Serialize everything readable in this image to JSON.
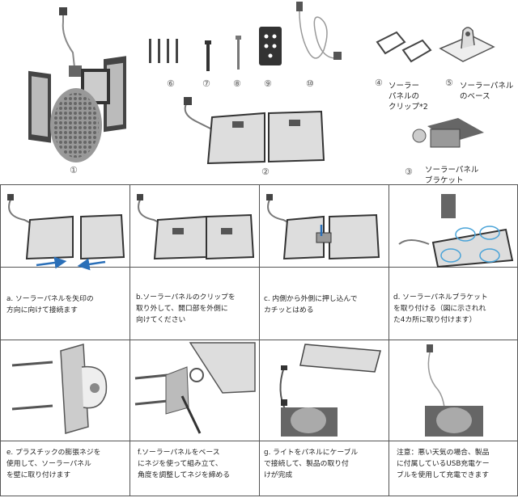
{
  "parts": {
    "n1": "①",
    "n2": "②",
    "n3": "③",
    "n4": "④",
    "n5": "⑤",
    "n6": "⑥",
    "n7": "⑦",
    "n8": "⑧",
    "n9": "⑨",
    "n10": "⑩",
    "label4": "ソーラー\nパネルの\nクリップ*2",
    "label5": "ソーラーパネル\nのベース",
    "label3": "ソーラーパネル\nブラケット"
  },
  "steps": {
    "a": "a. ソーラーパネルを矢印の\n方向に向けて接続ます",
    "b": "b.ソーラーパネルのクリップを\n取り外して、開口部を外側に\n向けてください",
    "c": "c. 内側から外側に押し込んで\nカチッとはめる",
    "d": "d. ソーラーパネルブラケット\nを取り付ける（図に示されれ\nた4カ所に取り付けます）",
    "e": "e. プラスチックの膨張ネジを\n使用して、ソーラーパネル\nを壁に取り付けます",
    "f": "f.ソーラーパネルをベース\nにネジを使って組み立て、\n角度を調整してネジを締める",
    "g": "g. ライトをパネルにケーブル\nで接続して、製品の取り付\nけが完成",
    "note": "注意：悪い天気の場合、製品\nに付属しているUSB充電ケー\nブルを使用して充電できます"
  }
}
